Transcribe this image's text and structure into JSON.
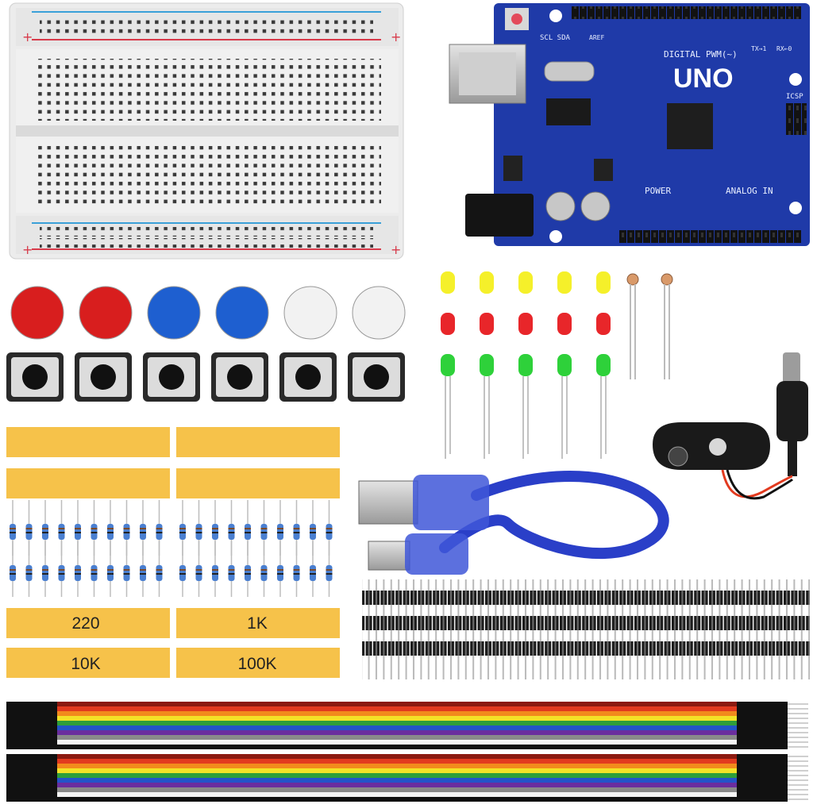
{
  "arduino": {
    "model": "UNO",
    "silk_top": "DIGITAL PWM(~)",
    "silk_power": "POWER",
    "silk_analog": "ANALOG IN",
    "silk_icsp": "ICSP",
    "silk_scl_sda": "SCL SDA",
    "silk_aref": "AREF",
    "silk_tx": "TX→1",
    "silk_rx": "RX←0",
    "board_color": "#1f3aa8"
  },
  "resistor_packs": {
    "labels": [
      "220",
      "1K",
      "10K",
      "100K"
    ],
    "tape_color": "#f6c24a"
  },
  "buttons": {
    "cap_colors": [
      "#d81e1e",
      "#d81e1e",
      "#1e5fd0",
      "#1e5fd0",
      "#f2f2f2",
      "#f2f2f2"
    ]
  },
  "leds": {
    "colors": [
      "#f5f02a",
      "#e8262a",
      "#2ed13a"
    ],
    "count_per_color": 5
  },
  "jumper_wires": {
    "colors": [
      "#8b1a10",
      "#e23a1f",
      "#f28a1c",
      "#f3e227",
      "#2e9e3a",
      "#2354c8",
      "#6a2d9e",
      "#8a8a8a",
      "#f5f5f5",
      "#111111"
    ]
  },
  "usb_cable": {
    "color": "#2a3fc8"
  },
  "battery_clip": {
    "color": "#1a1a1a"
  }
}
